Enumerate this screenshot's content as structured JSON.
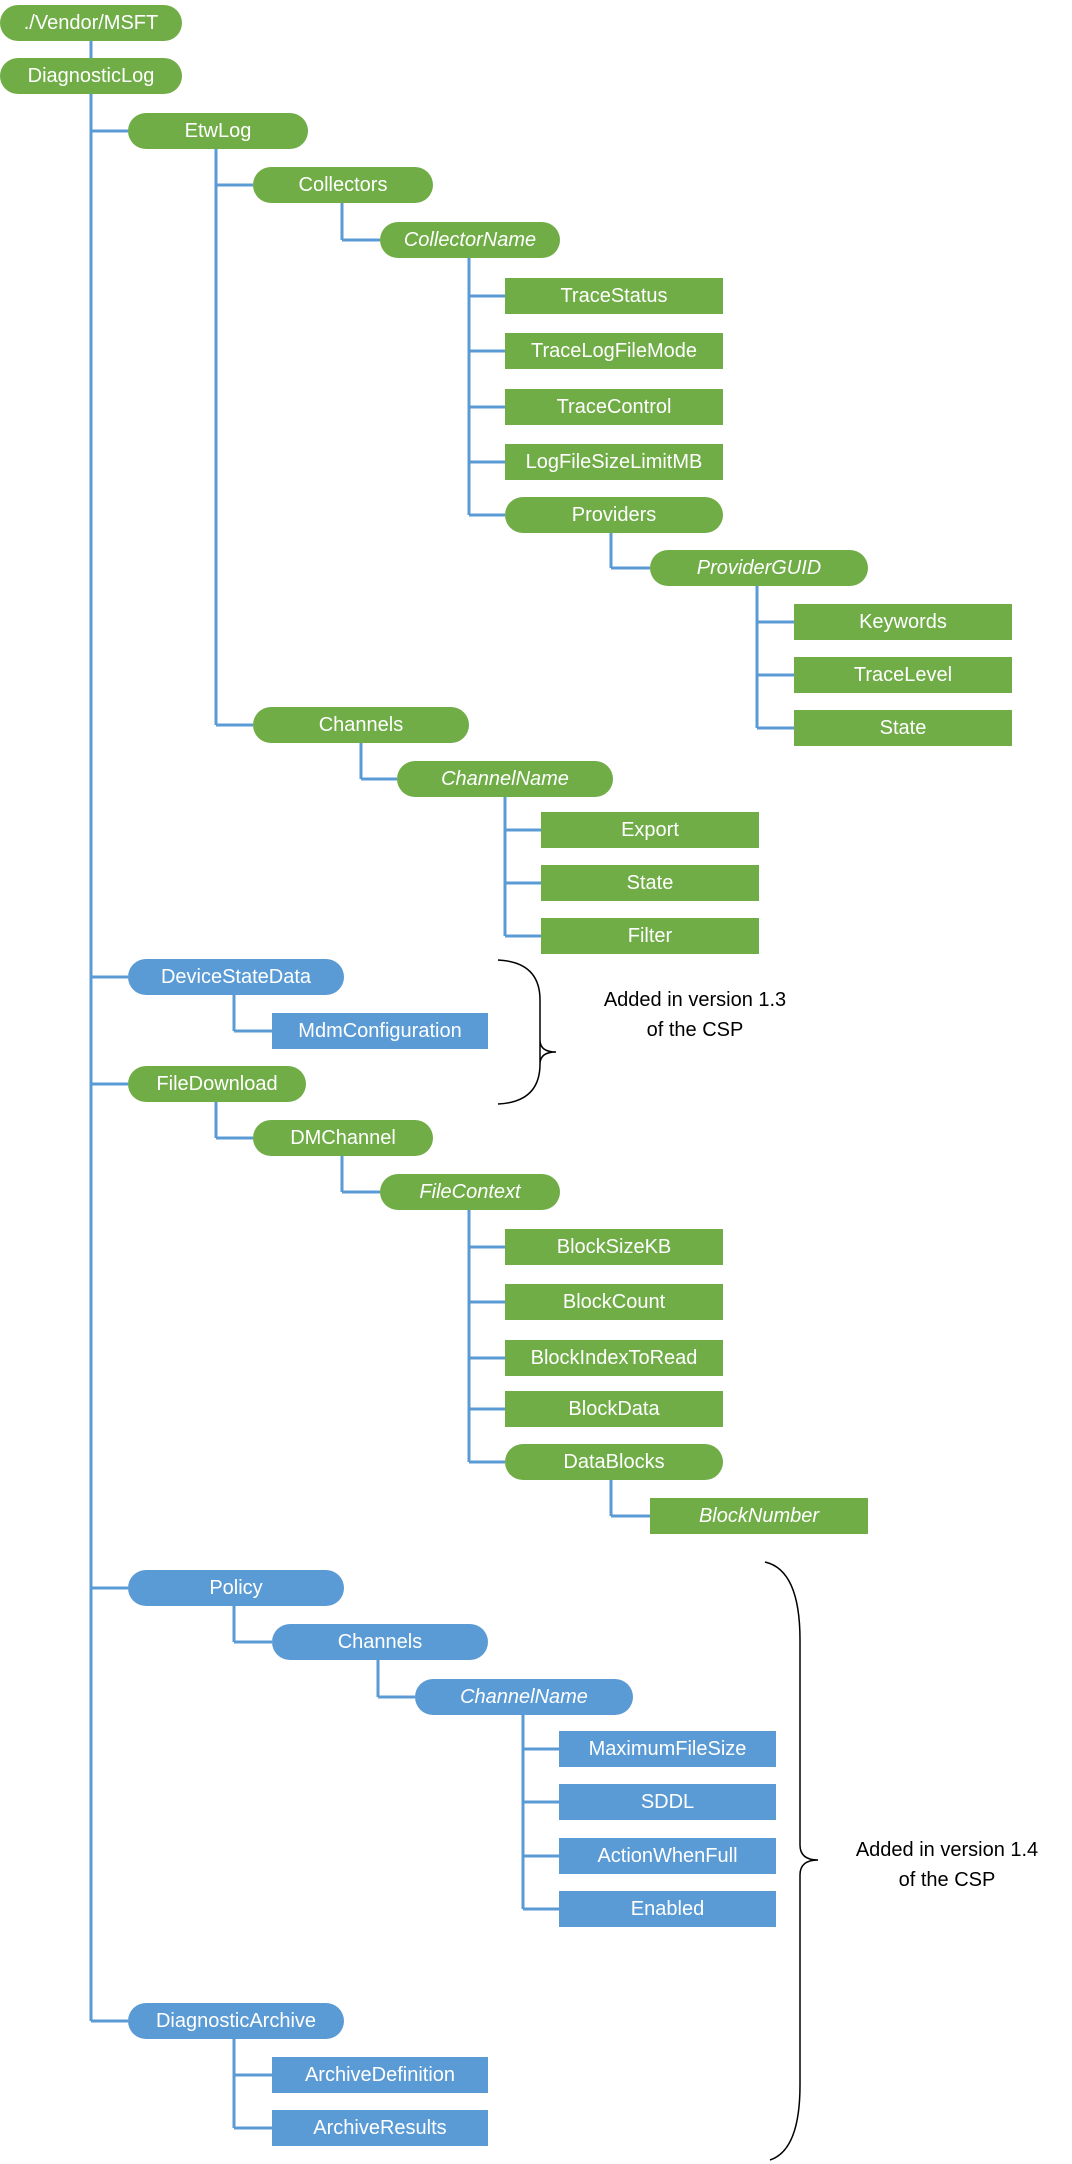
{
  "colors": {
    "green": "#70ad47",
    "blue": "#5b9bd5",
    "line": "#5b9bd5",
    "brace": "#000000"
  },
  "nodes": [
    {
      "id": "vendor-msft",
      "label": "./Vendor/MSFT",
      "color": "green",
      "shape": "pill",
      "italic": false
    },
    {
      "id": "diagnosticlog",
      "label": "DiagnosticLog",
      "color": "green",
      "shape": "pill",
      "italic": false
    },
    {
      "id": "etwlog",
      "label": "EtwLog",
      "color": "green",
      "shape": "pill",
      "italic": false
    },
    {
      "id": "collectors",
      "label": "Collectors",
      "color": "green",
      "shape": "pill",
      "italic": false
    },
    {
      "id": "collectorname",
      "label": "CollectorName",
      "color": "green",
      "shape": "pill",
      "italic": true
    },
    {
      "id": "tracestatus",
      "label": "TraceStatus",
      "color": "green",
      "shape": "rect",
      "italic": false
    },
    {
      "id": "tracelogfilemode",
      "label": "TraceLogFileMode",
      "color": "green",
      "shape": "rect",
      "italic": false
    },
    {
      "id": "tracecontrol",
      "label": "TraceControl",
      "color": "green",
      "shape": "rect",
      "italic": false
    },
    {
      "id": "logfilesizelimitmb",
      "label": "LogFileSizeLimitMB",
      "color": "green",
      "shape": "rect",
      "italic": false
    },
    {
      "id": "providers",
      "label": "Providers",
      "color": "green",
      "shape": "pill",
      "italic": false
    },
    {
      "id": "providerguid",
      "label": "ProviderGUID",
      "color": "green",
      "shape": "pill",
      "italic": true
    },
    {
      "id": "keywords",
      "label": "Keywords",
      "color": "green",
      "shape": "rect",
      "italic": false
    },
    {
      "id": "tracelevel",
      "label": "TraceLevel",
      "color": "green",
      "shape": "rect",
      "italic": false
    },
    {
      "id": "state-provider",
      "label": "State",
      "color": "green",
      "shape": "rect",
      "italic": false
    },
    {
      "id": "channels-etw",
      "label": "Channels",
      "color": "green",
      "shape": "pill",
      "italic": false
    },
    {
      "id": "channelname-etw",
      "label": "ChannelName",
      "color": "green",
      "shape": "pill",
      "italic": true
    },
    {
      "id": "export",
      "label": "Export",
      "color": "green",
      "shape": "rect",
      "italic": false
    },
    {
      "id": "state-channel",
      "label": "State",
      "color": "green",
      "shape": "rect",
      "italic": false
    },
    {
      "id": "filter",
      "label": "Filter",
      "color": "green",
      "shape": "rect",
      "italic": false
    },
    {
      "id": "devicestatedata",
      "label": "DeviceStateData",
      "color": "blue",
      "shape": "pill",
      "italic": false
    },
    {
      "id": "mdmconfiguration",
      "label": "MdmConfiguration",
      "color": "blue",
      "shape": "rect",
      "italic": false
    },
    {
      "id": "filedownload",
      "label": "FileDownload",
      "color": "green",
      "shape": "pill",
      "italic": false
    },
    {
      "id": "dmchannel",
      "label": "DMChannel",
      "color": "green",
      "shape": "pill",
      "italic": false
    },
    {
      "id": "filecontext",
      "label": "FileContext",
      "color": "green",
      "shape": "pill",
      "italic": true
    },
    {
      "id": "blocksizekb",
      "label": "BlockSizeKB",
      "color": "green",
      "shape": "rect",
      "italic": false
    },
    {
      "id": "blockcount",
      "label": "BlockCount",
      "color": "green",
      "shape": "rect",
      "italic": false
    },
    {
      "id": "blockindextoread",
      "label": "BlockIndexToRead",
      "color": "green",
      "shape": "rect",
      "italic": false
    },
    {
      "id": "blockdata",
      "label": "BlockData",
      "color": "green",
      "shape": "rect",
      "italic": false
    },
    {
      "id": "datablocks",
      "label": "DataBlocks",
      "color": "green",
      "shape": "pill",
      "italic": false
    },
    {
      "id": "blocknumber",
      "label": "BlockNumber",
      "color": "green",
      "shape": "rect",
      "italic": true
    },
    {
      "id": "policy",
      "label": "Policy",
      "color": "blue",
      "shape": "pill",
      "italic": false
    },
    {
      "id": "channels-policy",
      "label": "Channels",
      "color": "blue",
      "shape": "pill",
      "italic": false
    },
    {
      "id": "channelname-policy",
      "label": "ChannelName",
      "color": "blue",
      "shape": "pill",
      "italic": true
    },
    {
      "id": "maximumfilesize",
      "label": "MaximumFileSize",
      "color": "blue",
      "shape": "rect",
      "italic": false
    },
    {
      "id": "sddl",
      "label": "SDDL",
      "color": "blue",
      "shape": "rect",
      "italic": false
    },
    {
      "id": "actionwhenfull",
      "label": "ActionWhenFull",
      "color": "blue",
      "shape": "rect",
      "italic": false
    },
    {
      "id": "enabled",
      "label": "Enabled",
      "color": "blue",
      "shape": "rect",
      "italic": false
    },
    {
      "id": "diagnosticarchive",
      "label": "DiagnosticArchive",
      "color": "blue",
      "shape": "pill",
      "italic": false
    },
    {
      "id": "archivedefinition",
      "label": "ArchiveDefinition",
      "color": "blue",
      "shape": "rect",
      "italic": false
    },
    {
      "id": "archiveresults",
      "label": "ArchiveResults",
      "color": "blue",
      "shape": "rect",
      "italic": false
    }
  ],
  "edges": [
    [
      "vendor-msft",
      "diagnosticlog"
    ],
    [
      "diagnosticlog",
      "etwlog"
    ],
    [
      "diagnosticlog",
      "devicestatedata"
    ],
    [
      "diagnosticlog",
      "filedownload"
    ],
    [
      "diagnosticlog",
      "policy"
    ],
    [
      "diagnosticlog",
      "diagnosticarchive"
    ],
    [
      "etwlog",
      "collectors"
    ],
    [
      "etwlog",
      "channels-etw"
    ],
    [
      "collectors",
      "collectorname"
    ],
    [
      "collectorname",
      "tracestatus"
    ],
    [
      "collectorname",
      "tracelogfilemode"
    ],
    [
      "collectorname",
      "tracecontrol"
    ],
    [
      "collectorname",
      "logfilesizelimitmb"
    ],
    [
      "collectorname",
      "providers"
    ],
    [
      "providers",
      "providerguid"
    ],
    [
      "providerguid",
      "keywords"
    ],
    [
      "providerguid",
      "tracelevel"
    ],
    [
      "providerguid",
      "state-provider"
    ],
    [
      "channels-etw",
      "channelname-etw"
    ],
    [
      "channelname-etw",
      "export"
    ],
    [
      "channelname-etw",
      "state-channel"
    ],
    [
      "channelname-etw",
      "filter"
    ],
    [
      "devicestatedata",
      "mdmconfiguration"
    ],
    [
      "filedownload",
      "dmchannel"
    ],
    [
      "dmchannel",
      "filecontext"
    ],
    [
      "filecontext",
      "blocksizekb"
    ],
    [
      "filecontext",
      "blockcount"
    ],
    [
      "filecontext",
      "blockindextoread"
    ],
    [
      "filecontext",
      "blockdata"
    ],
    [
      "filecontext",
      "datablocks"
    ],
    [
      "datablocks",
      "blocknumber"
    ],
    [
      "policy",
      "channels-policy"
    ],
    [
      "channels-policy",
      "channelname-policy"
    ],
    [
      "channelname-policy",
      "maximumfilesize"
    ],
    [
      "channelname-policy",
      "sddl"
    ],
    [
      "channelname-policy",
      "actionwhenfull"
    ],
    [
      "channelname-policy",
      "enabled"
    ],
    [
      "diagnosticarchive",
      "archivedefinition"
    ],
    [
      "diagnosticarchive",
      "archiveresults"
    ]
  ],
  "annotations": {
    "v13": {
      "line1": "Added in version 1.3",
      "line2": "of the CSP"
    },
    "v14": {
      "line1": "Added in version 1.4",
      "line2": "of the CSP"
    }
  }
}
